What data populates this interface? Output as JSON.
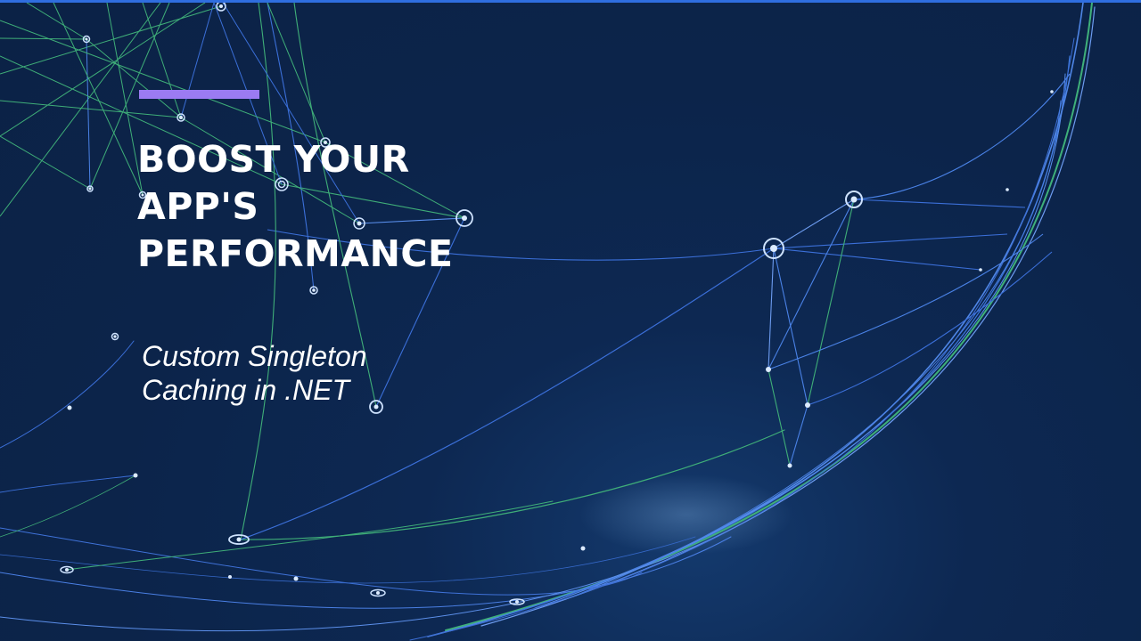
{
  "slide": {
    "title": "BOOST YOUR APP'S PERFORMANCE",
    "subtitle": "Custom Singleton Caching in .NET",
    "accent_color": "#9b7bf2",
    "background_color": "#0c244a",
    "background_graphic": "network-globe-graphic"
  }
}
